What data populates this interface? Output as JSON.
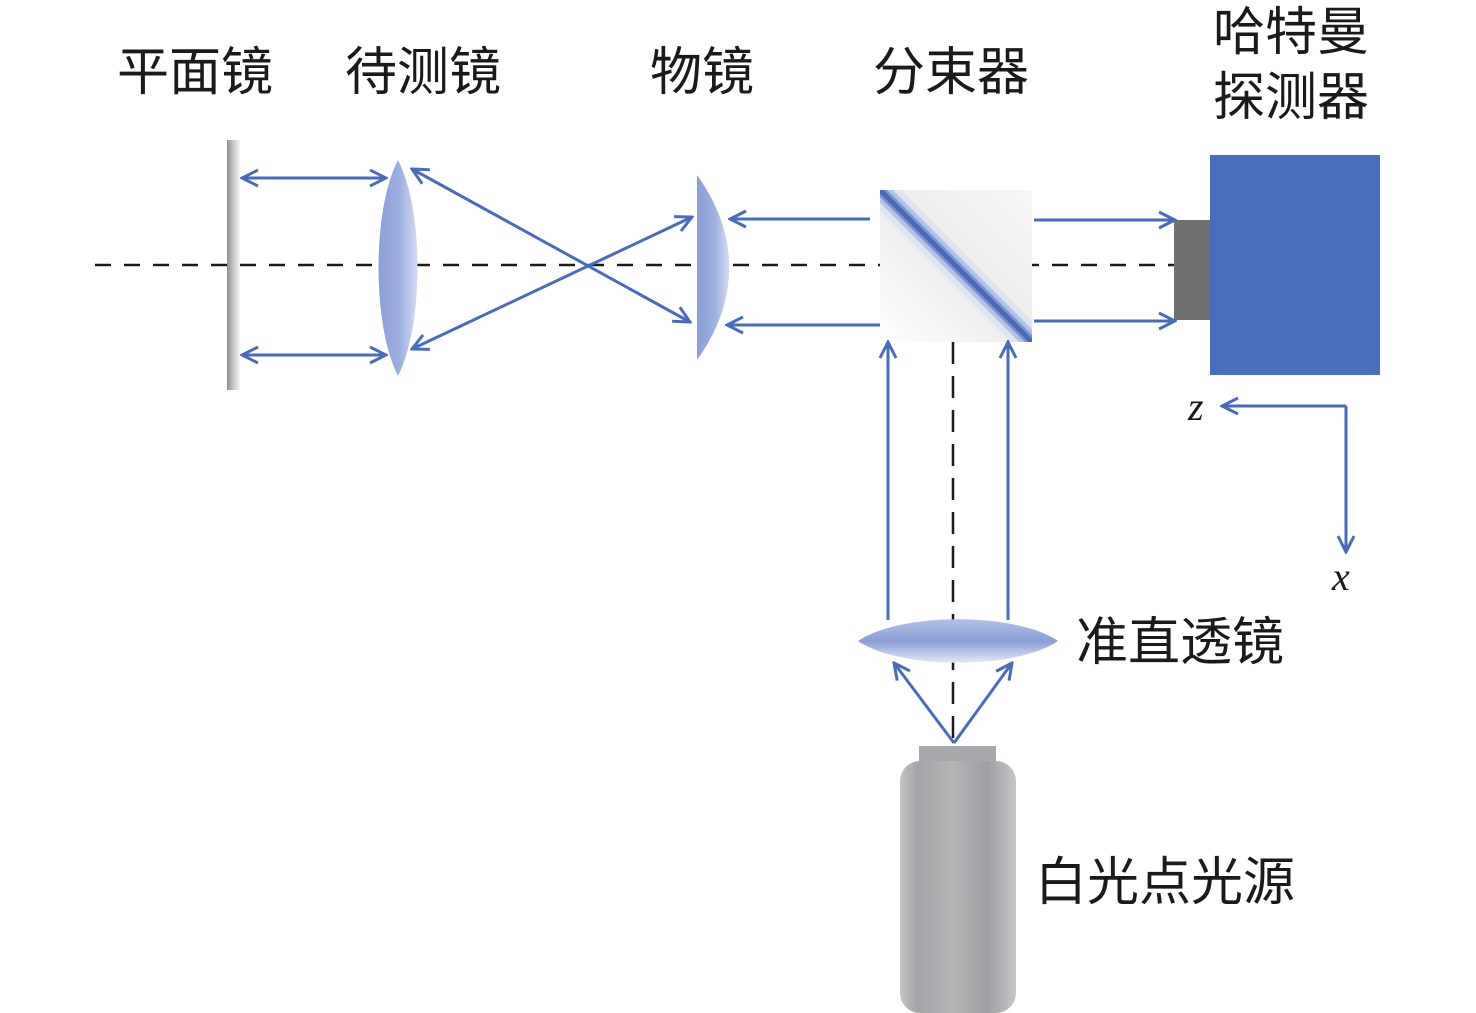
{
  "diagram": {
    "type": "optical-setup",
    "colors": {
      "ray": "#4a6cb8",
      "axis_dashed": "#1a1a1a",
      "detector_body": "#4a6cbd",
      "detector_window": "#717171",
      "lens_dark": "#8b9fd6",
      "lens_light": "#d2d9f0",
      "mirror_gray": "#9a9a9a",
      "source_gray": "#a4a5a9",
      "splitter_coating": "#4a6cb8"
    },
    "labels": {
      "flat_mirror": "平面镜",
      "lens_under_test": "待测镜",
      "objective": "物镜",
      "beam_splitter": "分束器",
      "hartmann_detector_line1": "哈特曼",
      "hartmann_detector_line2": "探测器",
      "collimating_lens": "准直透镜",
      "white_point_source": "白光点光源"
    },
    "axes": {
      "z_label": "z",
      "x_label": "x"
    }
  }
}
